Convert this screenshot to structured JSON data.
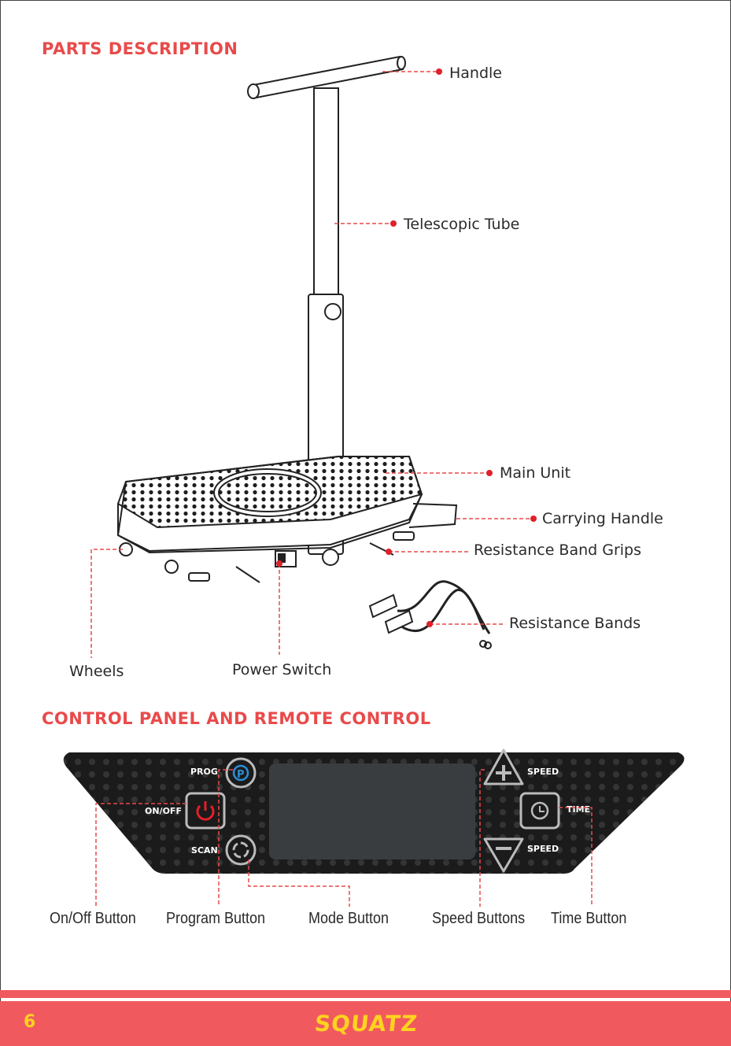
{
  "sections": {
    "parts_title": "PARTS DESCRIPTION",
    "control_title": "CONTROL PANEL AND REMOTE CONTROL"
  },
  "parts": {
    "handle": "Handle",
    "telescopic_tube": "Telescopic Tube",
    "main_unit": "Main Unit",
    "carrying_handle": "Carrying Handle",
    "resistance_band_grips": "Resistance Band Grips",
    "resistance_bands": "Resistance Bands",
    "wheels": "Wheels",
    "power_switch": "Power Switch"
  },
  "panel": {
    "prog": "PROG",
    "on_off": "ON/OFF",
    "scan": "SCAN",
    "speed_up": "SPEED",
    "time": "TIME",
    "speed_down": "SPEED"
  },
  "panel_labels": {
    "on_off_button": "On/Off Button",
    "program_button": "Program Button",
    "mode_button": "Mode Button",
    "speed_buttons": "Speed Buttons",
    "time_button": "Time Button"
  },
  "footer": {
    "page_number": "6",
    "brand": "SQUATZ"
  },
  "colors": {
    "accent_red": "#e94a4a",
    "footer_red": "#f05a5e",
    "brand_yellow": "#ffd21f",
    "panel_dark": "#1b1b1b",
    "power_red": "#e0202a",
    "prog_blue": "#2a8fd8"
  }
}
